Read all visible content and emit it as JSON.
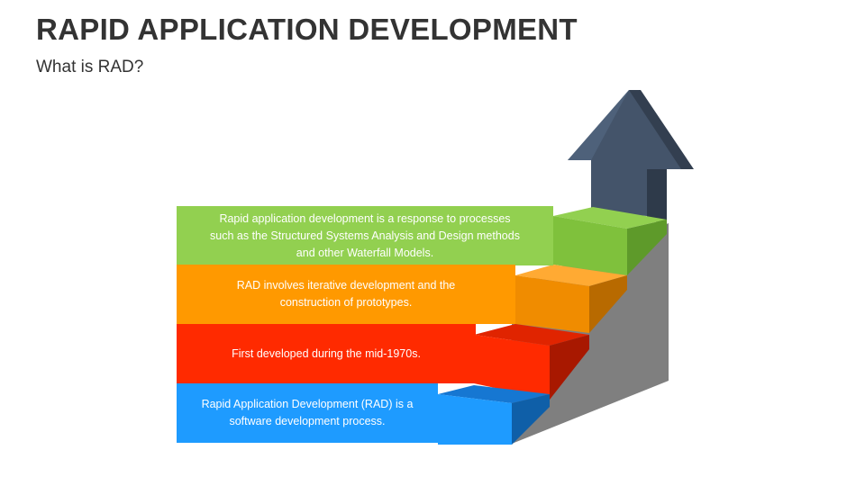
{
  "header": {
    "title": "RAPID APPLICATION DEVELOPMENT",
    "subtitle": "What is RAD?"
  },
  "steps": [
    {
      "text": "Rapid application development is a response to processes such as the Structured Systems Analysis and Design methods and other Waterfall Models.",
      "color": "#92D050"
    },
    {
      "text": "RAD involves iterative development and the construction of prototypes.",
      "color": "#FF9900"
    },
    {
      "text": "First developed during the mid-1970s.",
      "color": "#FF2A00"
    },
    {
      "text": "Rapid Application Development (RAD) is a software development process.",
      "color": "#1E9BFF"
    }
  ],
  "colors": {
    "arrow": "#44546A",
    "wall": "#7F7F7F"
  }
}
